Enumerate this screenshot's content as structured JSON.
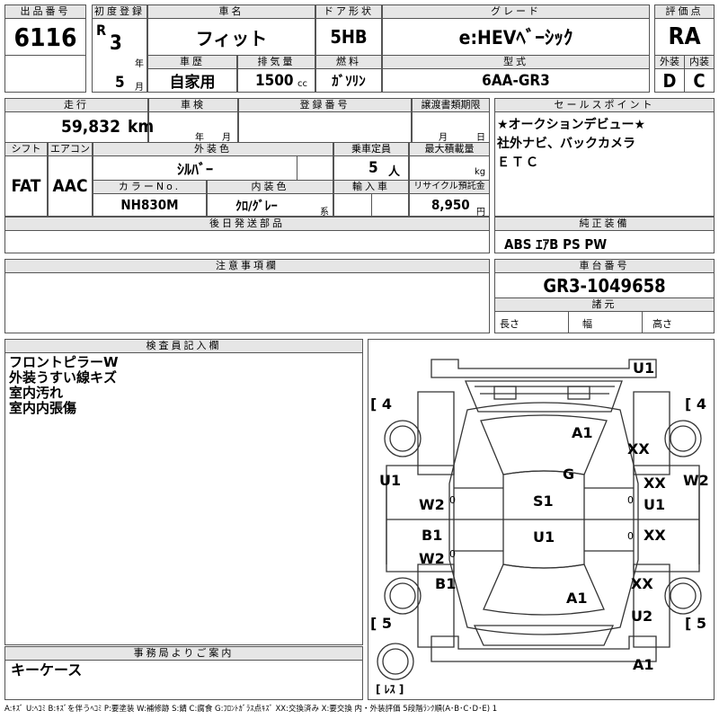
{
  "header": {
    "lot_no_label": "出品番号",
    "lot_no": "6116",
    "first_reg_label": "初度登録",
    "era": "R",
    "year": "3",
    "year_unit": "年",
    "month": "5",
    "month_unit": "月",
    "car_name_label": "車名",
    "car_name": "フィット",
    "door_label": "ドア形状",
    "door": "5HB",
    "grade_label": "グレード",
    "grade": "e:HEVﾍﾞｰｼｯｸ",
    "score_label": "評価点",
    "score": "RA",
    "history_label": "車歴",
    "history": "自家用",
    "displacement_label": "排気量",
    "displacement": "1500",
    "displacement_unit": "cc",
    "fuel_label": "燃料",
    "fuel": "ｶﾞｿﾘﾝ",
    "model_label": "型式",
    "model": "6AA-GR3",
    "exterior_label": "外装",
    "exterior": "D",
    "interior_label": "内装",
    "interior": "C"
  },
  "row2": {
    "mileage_label": "走行",
    "mileage": "59,832",
    "mileage_unit": "km",
    "inspection_label": "車検",
    "inspection_year_unit": "年",
    "inspection_month_unit": "月",
    "plate_label": "登録番号",
    "transfer_label": "譲渡書類期限",
    "transfer_month_unit": "月",
    "transfer_day_unit": "日",
    "shift_label": "シフト",
    "shift": "FAT",
    "ac_label": "エアコン",
    "ac": "AAC",
    "ext_color_label": "外装色",
    "ext_color": "ｼﾙﾊﾞｰ",
    "capacity_label": "乗車定員",
    "capacity": "5",
    "capacity_unit": "人",
    "max_load_label": "最大積載量",
    "max_load_unit": "kg",
    "color_no_label": "カラーNo.",
    "color_no": "NH830M",
    "int_color_label": "内装色",
    "int_color": "ｸﾛ/ｸﾞﾚｰ",
    "int_color_unit": "系",
    "import_label": "輸入車",
    "recycle_label": "リサイクル預託金",
    "recycle": "8,950",
    "recycle_unit": "円"
  },
  "sales_points": {
    "label": "セールスポイント",
    "lines": [
      "★オークションデビュー★",
      "社外ナビ、バックカメラ",
      "ＥＴＣ"
    ]
  },
  "later_parts_label": "後日発送部品",
  "equipment": {
    "label": "純正装備",
    "value": "ABS ｴｱB PS PW"
  },
  "notes_label": "注意事項欄",
  "chassis": {
    "label": "車台番号",
    "value": "GR3-1049658",
    "spec_label": "諸元",
    "length_label": "長さ",
    "width_label": "幅",
    "height_label": "高さ"
  },
  "inspector": {
    "label": "検査員記入欄",
    "lines": [
      "フロントピラーW",
      "外装うすい線キズ",
      "室内汚れ",
      "室内内張傷"
    ]
  },
  "office": {
    "label": "事務局よりご案内",
    "value": "キーケース"
  },
  "diagram": {
    "codes": [
      "U1",
      "[ 4",
      "[ 4",
      "A1",
      "XX",
      "U1",
      "G",
      "XX",
      "W2",
      "W2",
      "S1",
      "U1",
      "XX",
      "B1",
      "U1",
      "W2",
      "XX",
      "B1",
      "A1",
      "[ 5",
      "U2",
      "[ 5",
      "A1",
      "[ ﾚｽ ]"
    ],
    "tire_marks": [
      "0",
      "0",
      "0",
      "0"
    ]
  },
  "legend": "A:ｷｽﾞ U:ﾍｺﾐ B:ｷｽﾞを伴うﾍｺﾐ P:要塗装 W:補修跡 S:錆 C:腐食 G:ﾌﾛﾝﾄｶﾞﾗｽ点ｷｽﾞ XX:交換済み X:要交換 内・外装評価 5段階ﾗﾝｸ順(A･B･C･D･E) 1"
}
